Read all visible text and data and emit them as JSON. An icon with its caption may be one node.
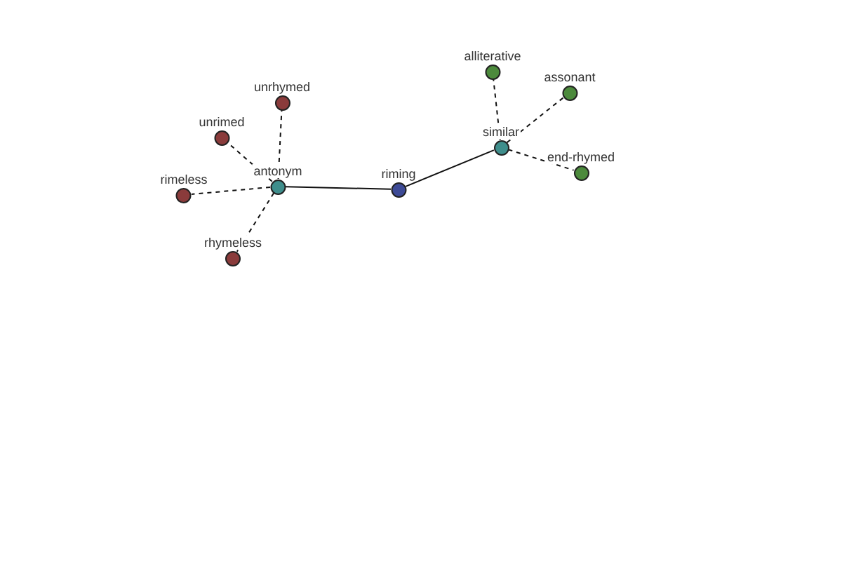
{
  "diagram": {
    "nodes": [
      {
        "text": [
          "riming"
        ]
      },
      {
        "text": [
          "antonym"
        ]
      },
      {
        "text": [
          "similar"
        ]
      },
      {
        "text": [
          "unrhymed"
        ]
      },
      {
        "text": [
          "unrimed"
        ]
      },
      {
        "text": [
          "rimeless"
        ]
      },
      {
        "text": [
          "rhymeless"
        ]
      },
      {
        "text": [
          "alliterative"
        ]
      },
      {
        "text": [
          "assonant"
        ]
      },
      {
        "text": [
          "end-rhymed"
        ]
      }
    ],
    "edges": [
      {
        "from": 0,
        "to": 1,
        "arrow": "none"
      },
      {
        "from": 0,
        "to": 2,
        "arrow": "none"
      },
      {
        "from": 1,
        "to": 3,
        "arrow": "none",
        "style": "dashed"
      },
      {
        "from": 1,
        "to": 4,
        "arrow": "none",
        "style": "dashed"
      },
      {
        "from": 1,
        "to": 5,
        "arrow": "none",
        "style": "dashed"
      },
      {
        "from": 1,
        "to": 6,
        "arrow": "none",
        "style": "dashed"
      },
      {
        "from": 2,
        "to": 7,
        "arrow": "none",
        "style": "dashed"
      },
      {
        "from": 2,
        "to": 8,
        "arrow": "none",
        "style": "dashed"
      },
      {
        "from": 2,
        "to": 9,
        "arrow": "none",
        "style": "dashed"
      }
    ]
  }
}
